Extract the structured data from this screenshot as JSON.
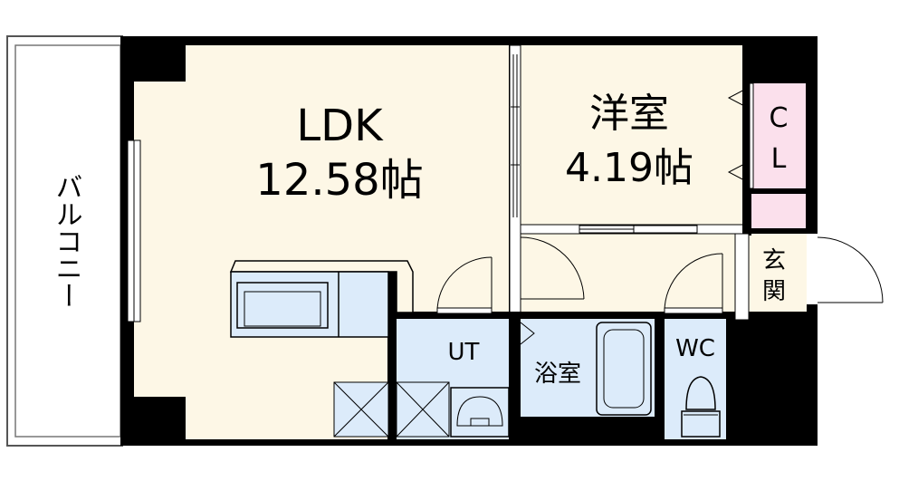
{
  "floorplan": {
    "balcony": {
      "label": "バルコニー"
    },
    "ldk": {
      "name": "LDK",
      "size": "12.58帖"
    },
    "western_room": {
      "name": "洋室",
      "size": "4.19帖"
    },
    "closet": {
      "line1": "C",
      "line2": "L"
    },
    "entrance": {
      "line1": "玄",
      "line2": "関"
    },
    "utility": {
      "label": "UT"
    },
    "bathroom": {
      "label": "浴室"
    },
    "toilet": {
      "label": "WC"
    }
  },
  "colors": {
    "wall": "#000000",
    "ldk_floor": "#fdf7e6",
    "western_floor": "#fdf7e6",
    "hall_floor": "#fdf7e6",
    "wet_area": "#dcebfa",
    "closet": "#fbe0ec",
    "balcony": "#ffffff"
  }
}
